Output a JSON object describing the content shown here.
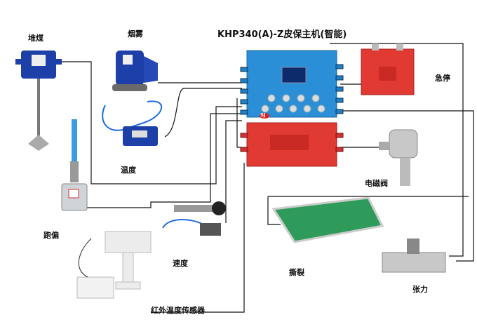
{
  "title": "KHP340(A)-Z皮保主机(智能)",
  "labels": {
    "coal_pile": "堆煤",
    "smoke": "烟雾",
    "emergency_stop": "急停",
    "temperature": "温度",
    "solenoid_valve": "电磁阀",
    "deviation": "跑偏",
    "speed": "速度",
    "tear": "撕裂",
    "tension": "张力",
    "infrared": "红外温度传感器"
  },
  "host_badge": "SJ",
  "colors": {
    "host_blue": "#2a8fd6",
    "host_red": "#e03a32",
    "device_blue": "#1d3fa8",
    "belt_green": "#2e9b5a"
  }
}
